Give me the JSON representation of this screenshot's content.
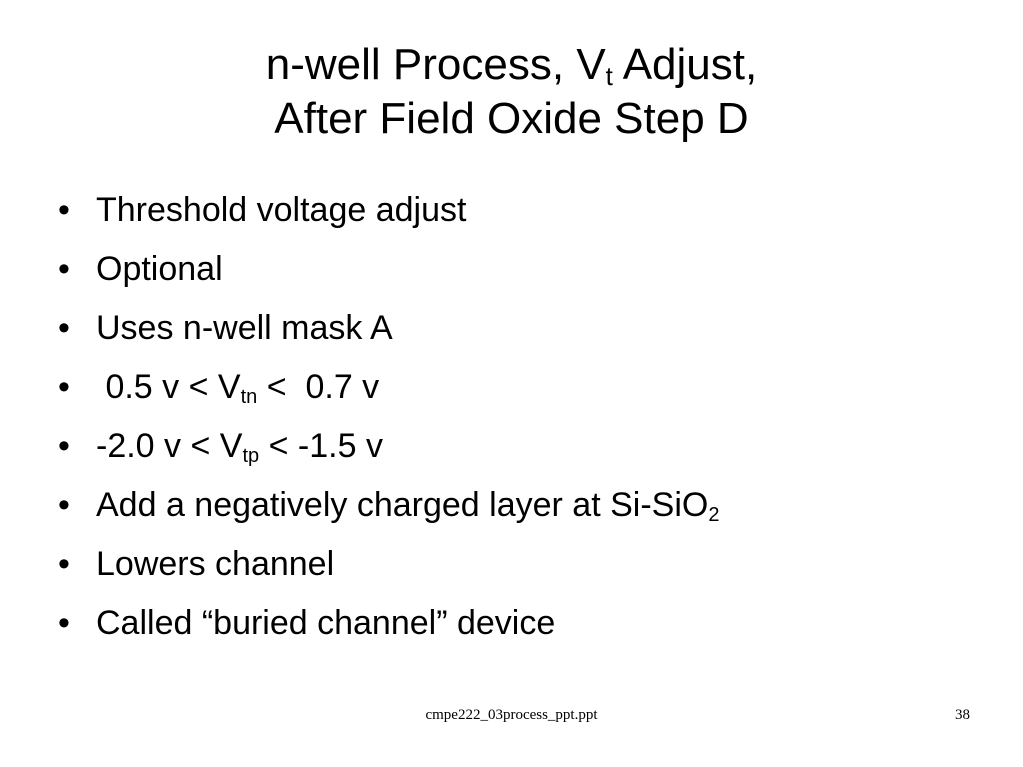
{
  "slide": {
    "title": {
      "line1_before": "n-well Process, V",
      "line1_sub": "t",
      "line1_after": " Adjust,",
      "line2": "After Field Oxide Step D"
    },
    "bullet_glyph": "•",
    "bullets": [
      {
        "text": "Threshold voltage adjust"
      },
      {
        "text": "Optional"
      },
      {
        "text": "Uses n-well mask A"
      },
      {
        "before": " 0.5 v < V",
        "sub": "tn",
        "after": " <  0.7 v"
      },
      {
        "before": "-2.0 v < V",
        "sub": "tp",
        "after": " < -1.5 v"
      },
      {
        "before": "Add a negatively charged layer at Si-SiO",
        "sub": "2",
        "after": ""
      },
      {
        "text": "Lowers channel"
      },
      {
        "text": "Called “buried channel” device"
      }
    ],
    "footer": {
      "filename": "cmpe222_03process_ppt.ppt",
      "page_number": "38"
    }
  }
}
